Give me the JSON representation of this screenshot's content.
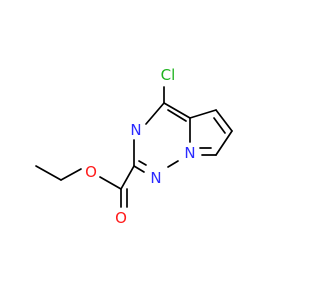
{
  "molecule": {
    "atoms": {
      "cl": "Cl",
      "n_top": "N",
      "n_bridge": "N",
      "n_lower": "N",
      "o_ether": "O",
      "o_carbonyl": "O"
    }
  },
  "colors": {
    "bond": "#000000",
    "chlorine": "#1fb31f",
    "nitrogen": "#2b2bff",
    "oxygen": "#ff1a1a"
  }
}
